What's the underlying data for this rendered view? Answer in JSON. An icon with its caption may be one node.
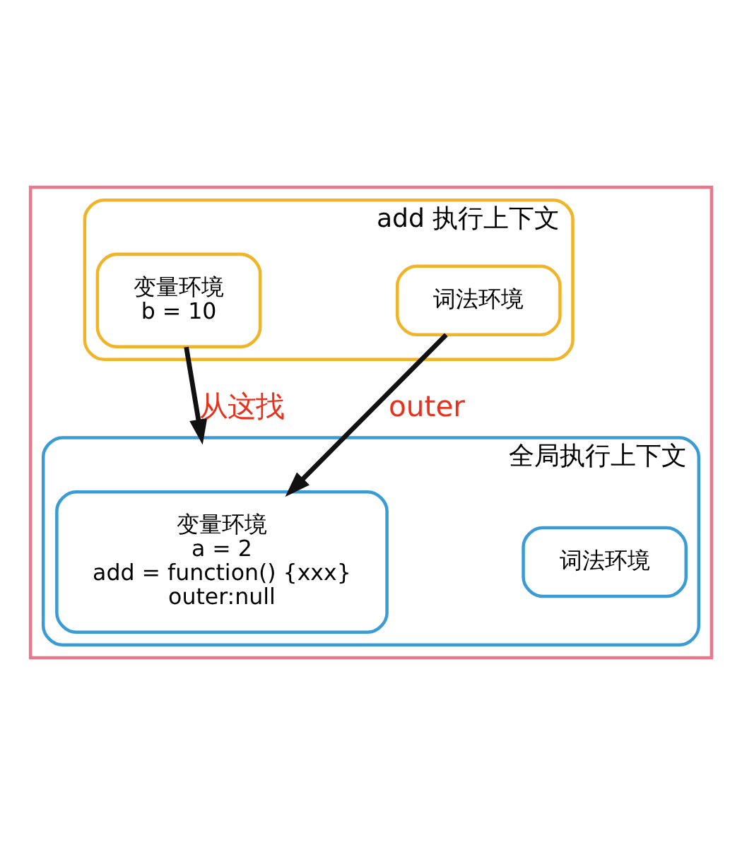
{
  "diagram": {
    "nodes": [
      {
        "text": [],
        "shape": "box"
      },
      {
        "text": [
          "add 执行上下文"
        ],
        "in": 0
      },
      {
        "text": [
          "变量环境",
          "b = 10"
        ],
        "in": 1
      },
      {
        "text": [
          "词法环境"
        ],
        "in": 1
      },
      {
        "text": [
          "全局执行上下文"
        ],
        "in": 0
      },
      {
        "text": [
          "变量环境",
          "a = 2",
          "add = function() {xxx}",
          "outer:null"
        ],
        "in": 4
      },
      {
        "text": [
          "词法环境"
        ],
        "in": 4
      }
    ],
    "edges": [
      {
        "from": 2,
        "to": 4,
        "arrow": "to",
        "label": "从这找"
      },
      {
        "from": 3,
        "to": 5,
        "arrow": "to",
        "label": "outer"
      }
    ]
  }
}
